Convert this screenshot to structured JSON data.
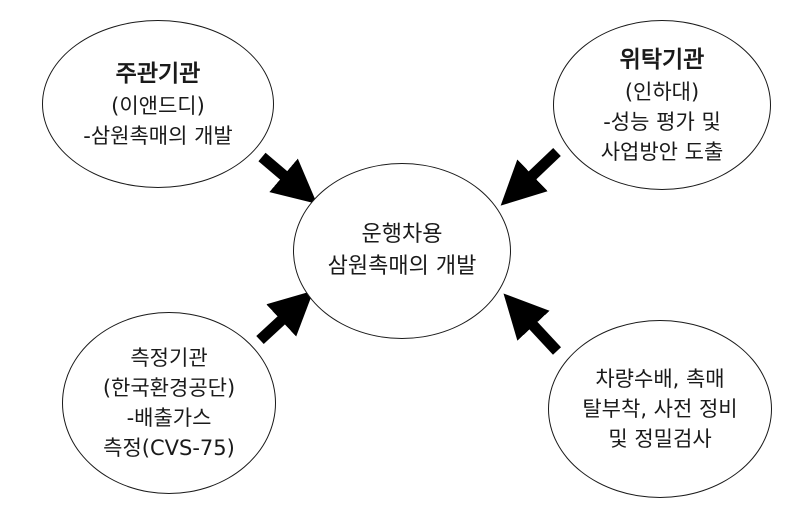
{
  "nodes": {
    "top_left": {
      "title": "주관기관",
      "lines": [
        "(이앤드디)",
        "-삼원촉매의 개발"
      ]
    },
    "top_right": {
      "title": "위탁기관",
      "lines": [
        "(인하대)",
        "-성능 평가 및",
        "사업방안 도출"
      ]
    },
    "center": {
      "lines": [
        "운행차용",
        "삼원촉매의 개발"
      ]
    },
    "bottom_left": {
      "lines": [
        "측정기관",
        "(한국환경공단)",
        "-배출가스",
        "측정(CVS-75)"
      ]
    },
    "bottom_right": {
      "lines": [
        "차량수배, 촉매",
        "탈부착, 사전 정비",
        "및 정밀검사"
      ]
    }
  },
  "colors": {
    "stroke": "#1a1a1a",
    "arrow": "#000000",
    "background": "#ffffff"
  },
  "icons": {
    "arrows": [
      "arrow-down-right-icon",
      "arrow-down-left-icon",
      "arrow-up-right-icon",
      "arrow-up-left-icon"
    ]
  }
}
